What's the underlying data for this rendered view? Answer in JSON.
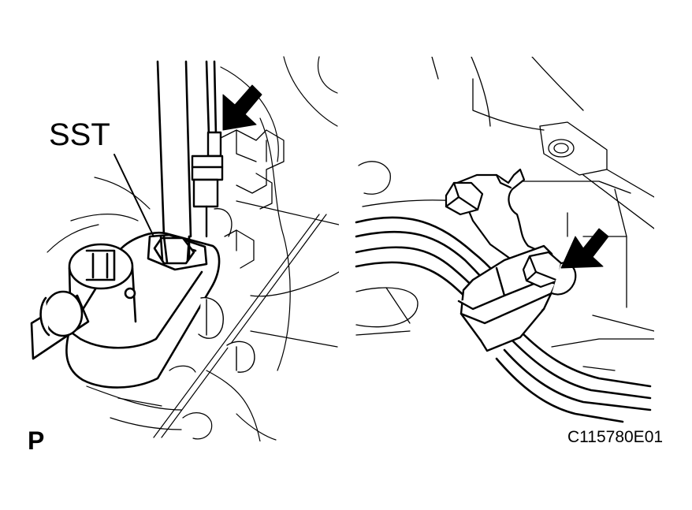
{
  "labels": {
    "tool": "SST",
    "figure_code": "C115780E01",
    "view": "P"
  },
  "colors": {
    "line": "#000000",
    "background": "#ffffff",
    "arrow": "#000000"
  },
  "icons": [
    "arrow-pointer-icon",
    "bolt-icon",
    "wrench-icon"
  ]
}
